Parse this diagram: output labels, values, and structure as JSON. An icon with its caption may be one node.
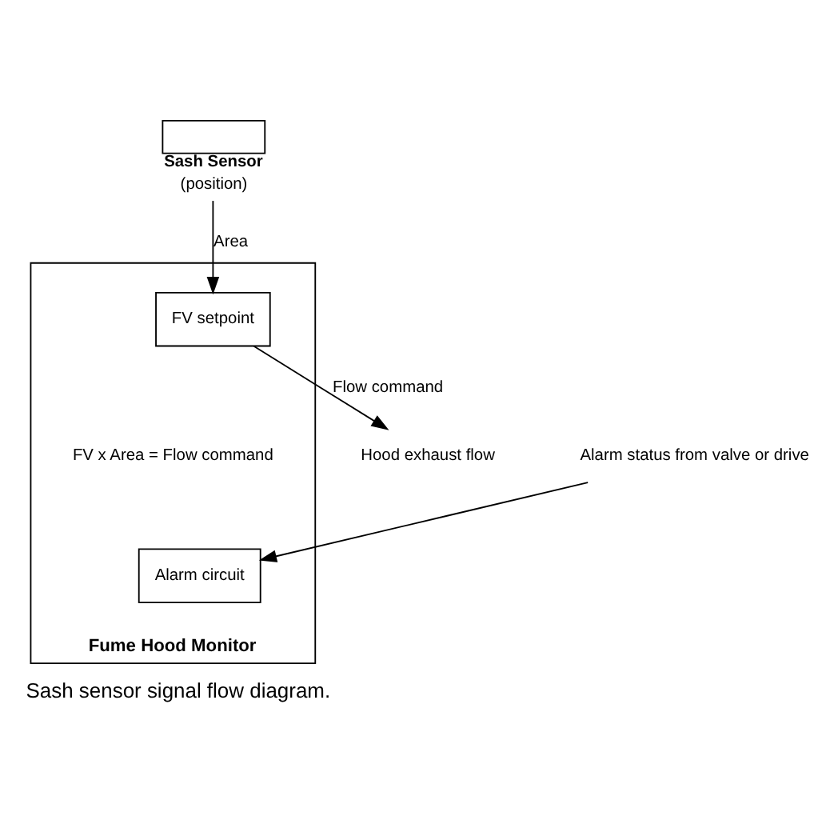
{
  "diagram": {
    "caption": "Sash sensor signal flow diagram.",
    "nodes": [
      {
        "text": [
          "Sash Sensor",
          "(position)"
        ]
      },
      {
        "text": [
          "Fume Hood Monitor"
        ]
      },
      {
        "text": [
          "FV setpoint"
        ],
        "in": 1
      },
      {
        "text": [
          "Hood exhaust flow"
        ]
      },
      {
        "text": [
          "Alarm circuit"
        ],
        "in": 1
      },
      {
        "text": [
          "Alarm status from valve or drive"
        ]
      }
    ],
    "edges": [
      {
        "from": 0,
        "to": 2,
        "arrow": "to",
        "label": "Area"
      },
      {
        "from": 2,
        "to": 3,
        "arrow": "to",
        "label": "Flow command"
      },
      {
        "from": 5,
        "to": 4,
        "arrow": "to"
      }
    ],
    "labels": [
      "FV x Area = Flow command"
    ]
  }
}
